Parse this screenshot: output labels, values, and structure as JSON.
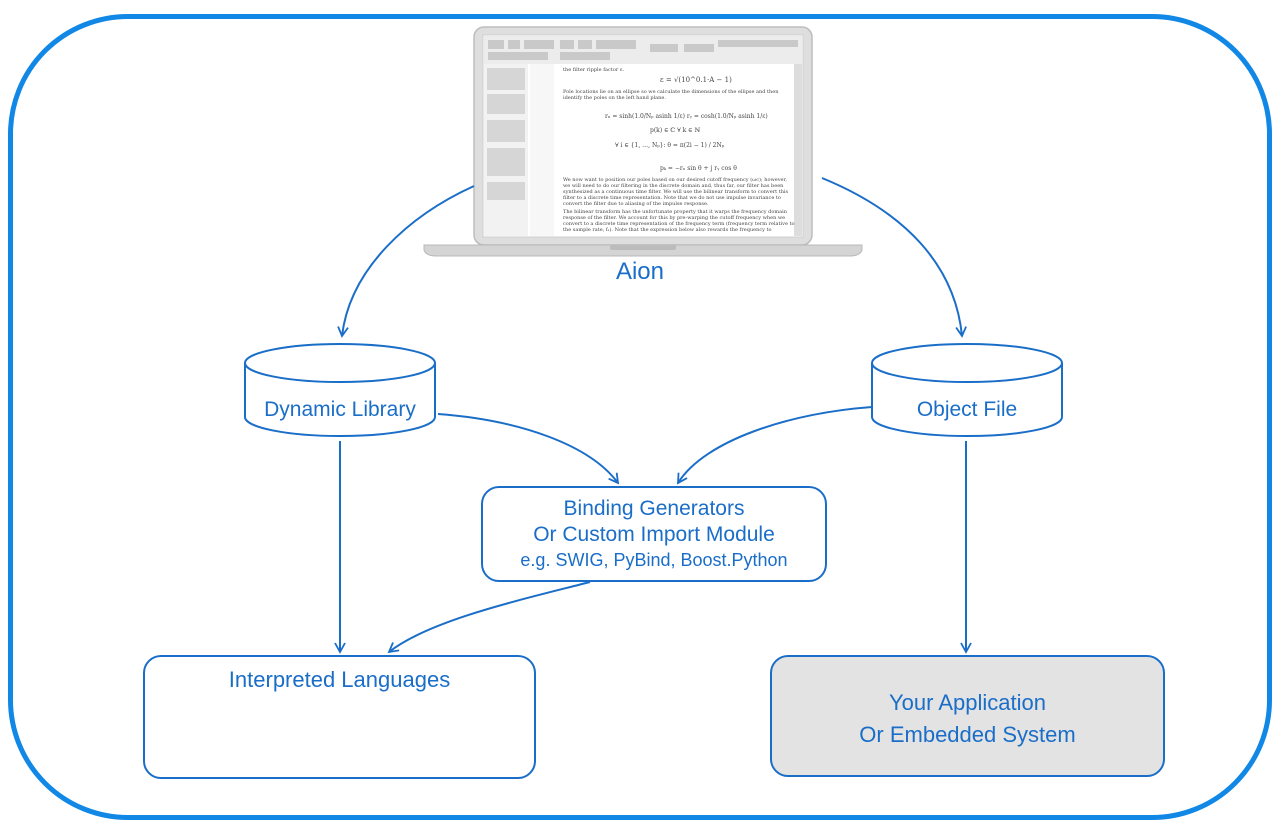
{
  "laptop": {
    "label": "Aion",
    "screen_text": [
      "the filter ripple factor ε.",
      "Pole locations lie on an ellipse so we calculate the dimensions of the ellipse and then",
      "identify the poles on the left hand plane.",
      "We now want to position our poles based on our desired cutoff frequency (ωc); however,",
      "we will need to do our filtering in the discrete domain and, thus far, our filter has been",
      "synthesized as a continuous time filter. We will use the bilinear transform to convert this",
      "filter to a discrete time representation. Note that we do not use impulse invariance to",
      "convert the filter due to aliasing of the impulse response.",
      "The bilinear transform has the unfortunate property that it warps the frequency domain",
      "response of the filter. We account for this by pre-warping the cutoff frequency when we",
      "convert to a discrete time representation of the frequency term (frequency term relative to",
      "the sample rate, fₛ). Note that the expression below also rewards the frequency to"
    ]
  },
  "nodes": {
    "dynamic_library": "Dynamic Library",
    "object_file": "Object File",
    "binding": {
      "line1": "Binding Generators",
      "line2": "Or Custom Import Module",
      "line3": "e.g. SWIG, PyBind, Boost.Python"
    },
    "interpreted": {
      "title": "Interpreted Languages",
      "icons": [
        "python-logo",
        "r-logo",
        "ruby-logo"
      ]
    },
    "application": {
      "line1": "Your Application",
      "line2": "Or Embedded System"
    }
  },
  "colors": {
    "frame": "#1187e6",
    "line": "#1a6ec8",
    "app_fill": "#e3e3e3"
  }
}
